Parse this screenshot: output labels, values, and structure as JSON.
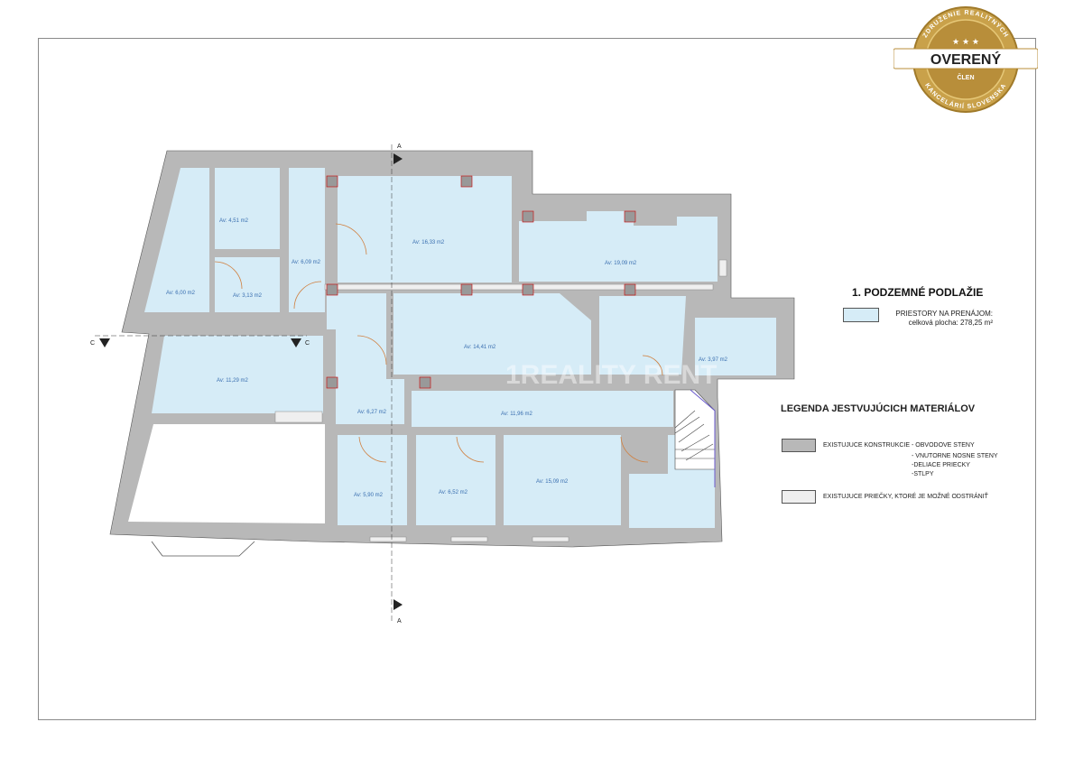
{
  "plan": {
    "rooms": [
      {
        "label": "Av: 4,51 m2"
      },
      {
        "label": "Av: 6,00 m2"
      },
      {
        "label": "Av: 3,13 m2"
      },
      {
        "label": "Av: 6,09 m2"
      },
      {
        "label": "Av: 16,33 m2"
      },
      {
        "label": "Av: 19,09 m2"
      },
      {
        "label": "Av: 14,41 m2"
      },
      {
        "label": "Av: 3,97 m2"
      },
      {
        "label": "Av: 11,29 m2"
      },
      {
        "label": "Av: 6,27 m2"
      },
      {
        "label": "Av: 11,96 m2"
      },
      {
        "label": "Av: 5,90 m2"
      },
      {
        "label": "Av: 6,52 m2"
      },
      {
        "label": "Av: 15,09 m2"
      }
    ],
    "section_marks": {
      "a": "A",
      "c": "C"
    },
    "watermark": "1REALITY RENT"
  },
  "header": {
    "title": "1. PODZEMNÉ PODLAŽIE",
    "rent_line1": "PRIESTORY NA PRENÁJOM:",
    "rent_line2": "celková plocha: 278,25 m²"
  },
  "legend": {
    "title": "LEGENDA JESTVUJÚCICH MATERIÁLOV",
    "item1_line1": "EXISTUJUCE KONSTRUKCIE - OBVODOVE STENY",
    "item1_line2": "- VNUTORNE NOSNE STENY",
    "item1_line3": "-DELIACE PRIECKY",
    "item1_line4": "-STLPY",
    "item2": "EXISTUJUCE PRIEČKY, KTORÉ JE MOŽNÉ ODSTRÁNIŤ"
  },
  "badge": {
    "top_text": "ZDRUŽENIE REALITNÝCH",
    "main_text": "OVERENÝ",
    "sub_text": "ČLEN",
    "bottom_text": "KANCELÁRIÍ SLOVENSKA"
  },
  "colors": {
    "room_fill": "#d6ecf7",
    "wall": "#b8b8b8",
    "removable_wall": "#efefef",
    "badge_gold": "#c9a14a"
  }
}
